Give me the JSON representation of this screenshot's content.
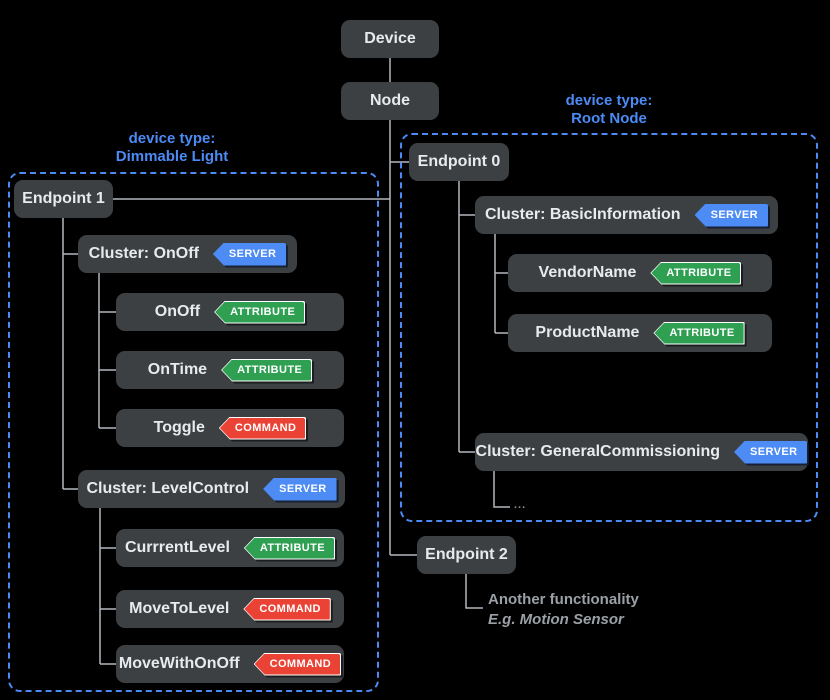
{
  "root": {
    "device_label": "Device",
    "node_label": "Node"
  },
  "groups": {
    "root_node": {
      "caption_line1": "device type:",
      "caption_line2": "Root Node",
      "endpoint_label": "Endpoint 0",
      "clusters": [
        {
          "label": "Cluster: BasicInformation",
          "badge": "SERVER"
        },
        {
          "label": "Cluster: GeneralCommissioning",
          "badge": "SERVER"
        }
      ],
      "attributes": [
        {
          "label": "VendorName",
          "badge": "ATTRIBUTE"
        },
        {
          "label": "ProductName",
          "badge": "ATTRIBUTE"
        }
      ],
      "more_indicator": "..."
    },
    "dimmable_light": {
      "caption_line1": "device type:",
      "caption_line2": "Dimmable Light",
      "endpoint_label": "Endpoint 1",
      "clusters": [
        {
          "label": "Cluster: OnOff",
          "badge": "SERVER"
        },
        {
          "label": "Cluster: LevelControl",
          "badge": "SERVER"
        }
      ],
      "onoff_items": [
        {
          "label": "OnOff",
          "badge": "ATTRIBUTE"
        },
        {
          "label": "OnTime",
          "badge": "ATTRIBUTE"
        },
        {
          "label": "Toggle",
          "badge": "COMMAND"
        }
      ],
      "level_items": [
        {
          "label": "CurrrentLevel",
          "badge": "ATTRIBUTE"
        },
        {
          "label": "MoveToLevel",
          "badge": "COMMAND"
        },
        {
          "label": "MoveWithOnOff",
          "badge": "COMMAND"
        }
      ]
    }
  },
  "endpoint2": {
    "label": "Endpoint 2",
    "note_line1": "Another functionality",
    "note_line2": "E.g. Motion Sensor"
  },
  "palette": {
    "background": "#000000",
    "box_background": "#3c4043",
    "box_text": "#e8eaed",
    "connector_line": "#b3b8bd",
    "accent_blue": "#4c8bf5",
    "badge_server": "#4d8bf5",
    "badge_attribute": "#2fa052",
    "badge_command": "#ea4335",
    "note_text": "#9aa0a6"
  }
}
